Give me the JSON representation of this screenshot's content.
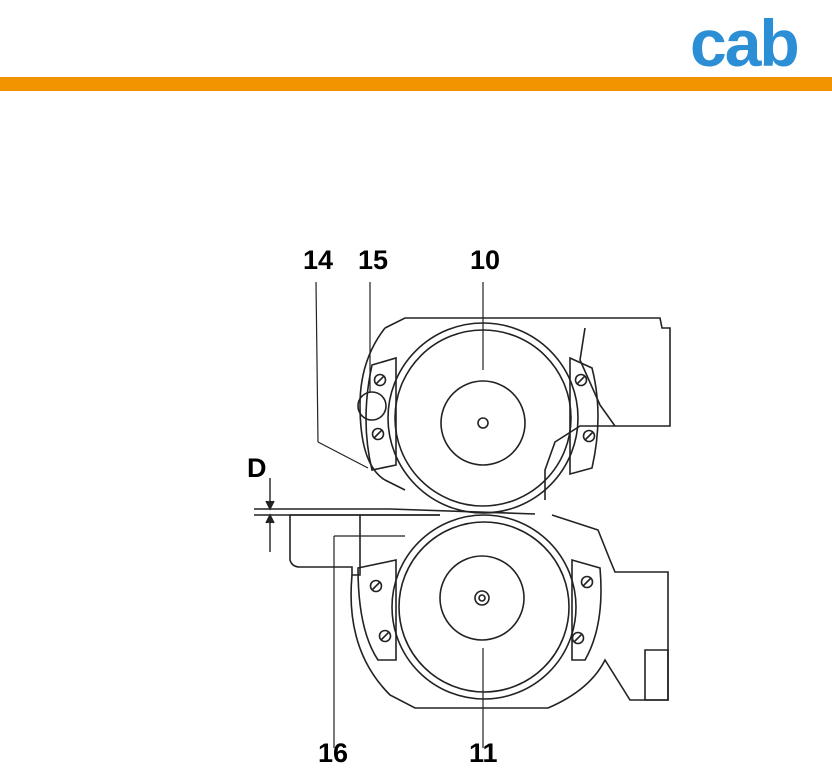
{
  "brand": {
    "logo_text": "cab",
    "logo_color": "#2c8fd6",
    "bar_color": "#f29400"
  },
  "figure": {
    "labels": {
      "l14": "14",
      "l15": "15",
      "l10": "10",
      "lD": "D",
      "l16": "16",
      "l11": "11"
    }
  }
}
